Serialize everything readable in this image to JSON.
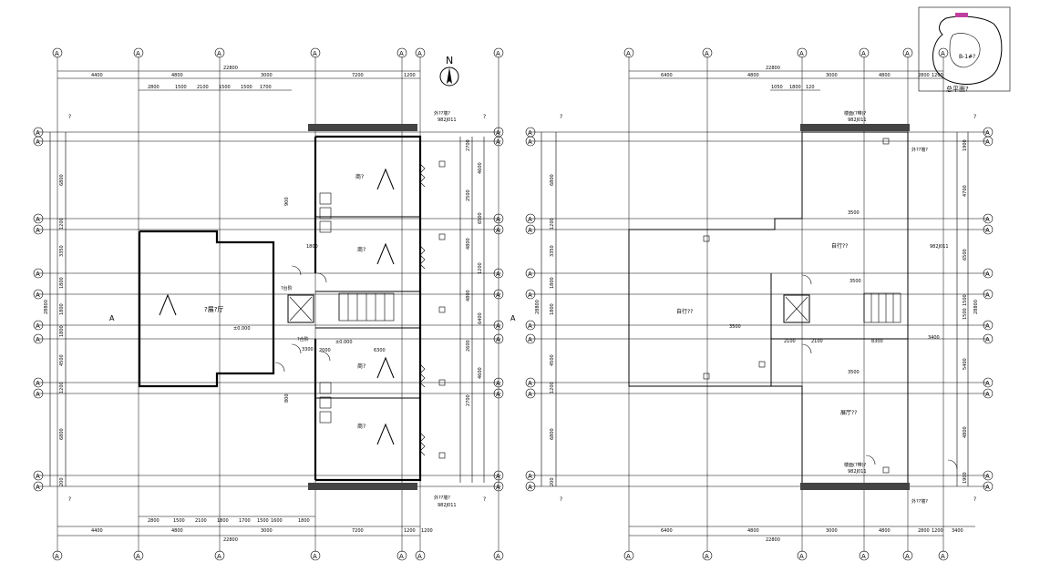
{
  "left_plan": {
    "dims_top_outer": [
      "4400",
      "4800",
      "3000",
      "7200",
      "1200"
    ],
    "dims_top_total": "22800",
    "dims_top_inner": [
      "2800",
      "1500",
      "2100",
      "1500",
      "1500",
      "1700"
    ],
    "dims_left": [
      "6800",
      "1200",
      "3350",
      "1800",
      "1800",
      "1800",
      "4500",
      "1200",
      "6800",
      "200"
    ],
    "dims_left_total": "28800",
    "dims_right_inner": [
      "2700",
      "4600",
      "2500",
      "6500",
      "4800",
      "1200",
      "4800",
      "6400",
      "2600",
      "4600",
      "2700"
    ],
    "dims_bottom_inner": [
      "2800",
      "1500",
      "2100",
      "1800",
      "1700",
      "1500",
      "1600",
      "1800"
    ],
    "dims_bottom_outer": [
      "4400",
      "4800",
      "3000",
      "7200",
      "1200",
      "1200"
    ],
    "dims_bottom_total": "22800",
    "room_labels": [
      "?展?厅",
      "?台阶",
      "?合阶",
      "商?",
      "商?",
      "商?",
      "商?"
    ],
    "elev_labels": [
      "±0.000",
      "±0.000"
    ],
    "misc_labels": [
      "6300",
      "3300",
      "2000",
      "1800",
      "900",
      "800"
    ],
    "corner_labels": [
      "?",
      "?",
      "?",
      "?"
    ],
    "wall_labels": [
      "外??墙?",
      "外??墙?"
    ],
    "fire_labels": [
      "982J011",
      "982J011"
    ],
    "section_marks": [
      "A",
      "A"
    ]
  },
  "right_plan": {
    "dims_top_outer": [
      "6400",
      "4800",
      "3000",
      "4800",
      "2800",
      "1200"
    ],
    "dims_top_total": "22800",
    "dims_top_inner": [
      "1050",
      "1800",
      "120"
    ],
    "dims_left": [
      "6800",
      "1200",
      "3350",
      "1800",
      "1800",
      "4500",
      "1200",
      "6800",
      "200"
    ],
    "dims_left_total": "28800",
    "dims_right": [
      "1900",
      "4700",
      "6500",
      "1500",
      "1500",
      "5400",
      "4800",
      "1900"
    ],
    "dims_right_total": "28800",
    "dims_bottom_outer": [
      "6400",
      "4800",
      "3000",
      "4800",
      "2800",
      "1200",
      "3400"
    ],
    "dims_bottom_total": "22800",
    "room_labels": [
      "自行??",
      "自行??",
      "展厅??"
    ],
    "misc_labels": [
      "3500",
      "3500",
      "3500",
      "3500",
      "2100",
      "2100",
      "8300",
      "3400"
    ],
    "corner_labels": [
      "?",
      "?",
      "?",
      "?"
    ],
    "wall_labels": [
      "楼面(?带)?",
      "楼面(?带)?",
      "外??墙?",
      "外??墙?"
    ],
    "fire_labels": [
      "982J011",
      "982J011",
      "982J011"
    ]
  },
  "north_label": "N",
  "key_plan_label": "总平面?",
  "key_plan_tag": "B-1#?"
}
